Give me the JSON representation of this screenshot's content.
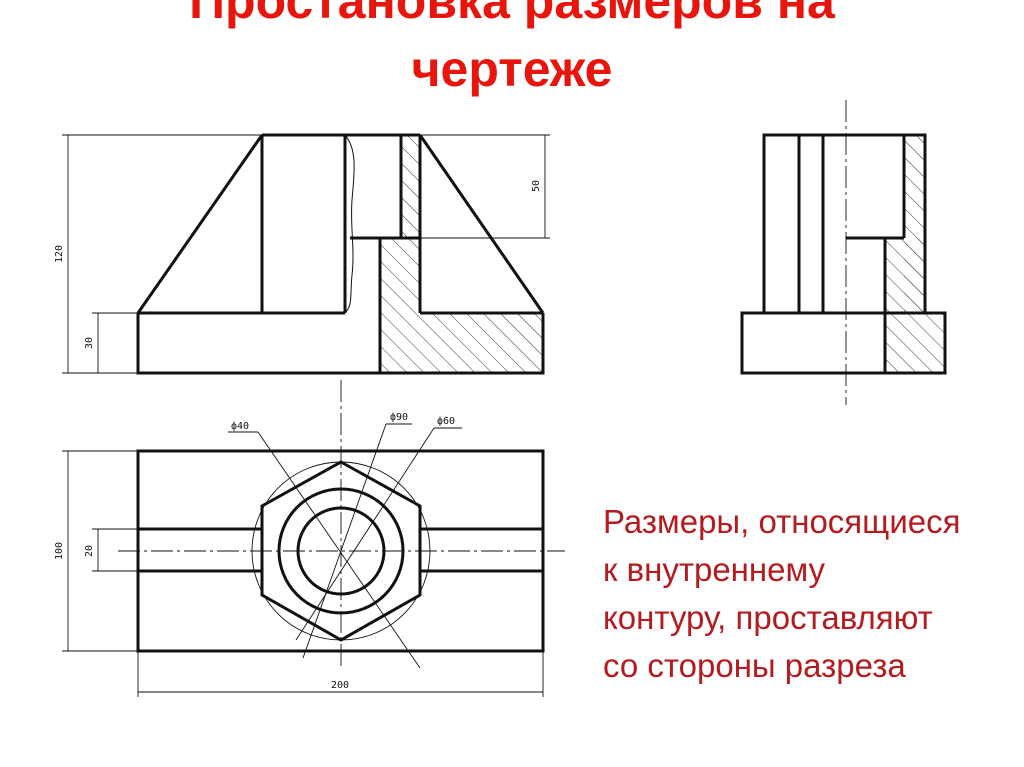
{
  "title": {
    "line1": "Простановка размеров на",
    "line2": "чертеже"
  },
  "caption": {
    "lines": [
      "Размеры, относящиеся",
      "к внутреннему",
      "контуру, проставляют",
      "со стороны разреза"
    ]
  },
  "dimensions": {
    "height_total": "120",
    "height_base": "30",
    "height_slot": "50",
    "width_top_view": "100",
    "slot_width": "20",
    "length": "200",
    "diameter_inner": "ф40",
    "diameter_outer": "ф90",
    "diameter_middle": "ф60"
  },
  "colors": {
    "title": "#e8150c",
    "caption": "#b51a1e",
    "lines": "#111111"
  }
}
